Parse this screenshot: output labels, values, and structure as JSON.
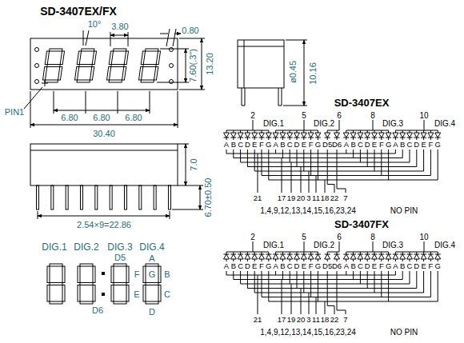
{
  "diagram": {
    "title": "SD-3407EX/FX",
    "labels": [
      "10°",
      "3.80",
      "0.80",
      "7.60(.3\")",
      "13.20",
      "PIN1",
      "6.80",
      "6.80",
      "6.80",
      "30.40",
      "ø0.45",
      "10.16",
      "7.0",
      "6.70±0.50",
      "2.54×9=22.86",
      "DIG.1",
      "DIG.2",
      "DIG.3",
      "DIG.4",
      "D5",
      "A",
      "F",
      "G",
      "B",
      "E",
      "D6",
      "C",
      "D",
      "SD-3407EX",
      "2",
      "DIG.1",
      "5",
      "DIG.2",
      "6",
      "8",
      "DIG.3",
      "10",
      "DIG.4",
      "A",
      "B",
      "C",
      "D",
      "E",
      "F",
      "G",
      "A",
      "B",
      "C",
      "D",
      "E",
      "F",
      "G",
      "D5",
      "D6",
      "A",
      "B",
      "C",
      "D",
      "E",
      "F",
      "G",
      "A",
      "B",
      "C",
      "D",
      "E",
      "F",
      "G",
      "21",
      "17",
      "19",
      "20",
      "3",
      "11",
      "18",
      "22",
      "7",
      "1,4,9,12,13,14,15,16,23,24",
      "NO PIN",
      "SD-3407FX",
      "2",
      "DIG.1",
      "5",
      "DIG.2",
      "6",
      "8",
      "DIG.3",
      "10",
      "DIG.4",
      "A",
      "B",
      "C",
      "D",
      "E",
      "F",
      "G",
      "A",
      "B",
      "C",
      "D",
      "E",
      "F",
      "G",
      "D5",
      "D6",
      "A",
      "B",
      "C",
      "D",
      "E",
      "F",
      "G",
      "A",
      "B",
      "C",
      "D",
      "E",
      "F",
      "G",
      "21",
      "17",
      "19",
      "20",
      "3",
      "11",
      "18",
      "22",
      "7",
      "1,4,9,12,13,14,15,16,23,24",
      "NO PIN"
    ]
  }
}
